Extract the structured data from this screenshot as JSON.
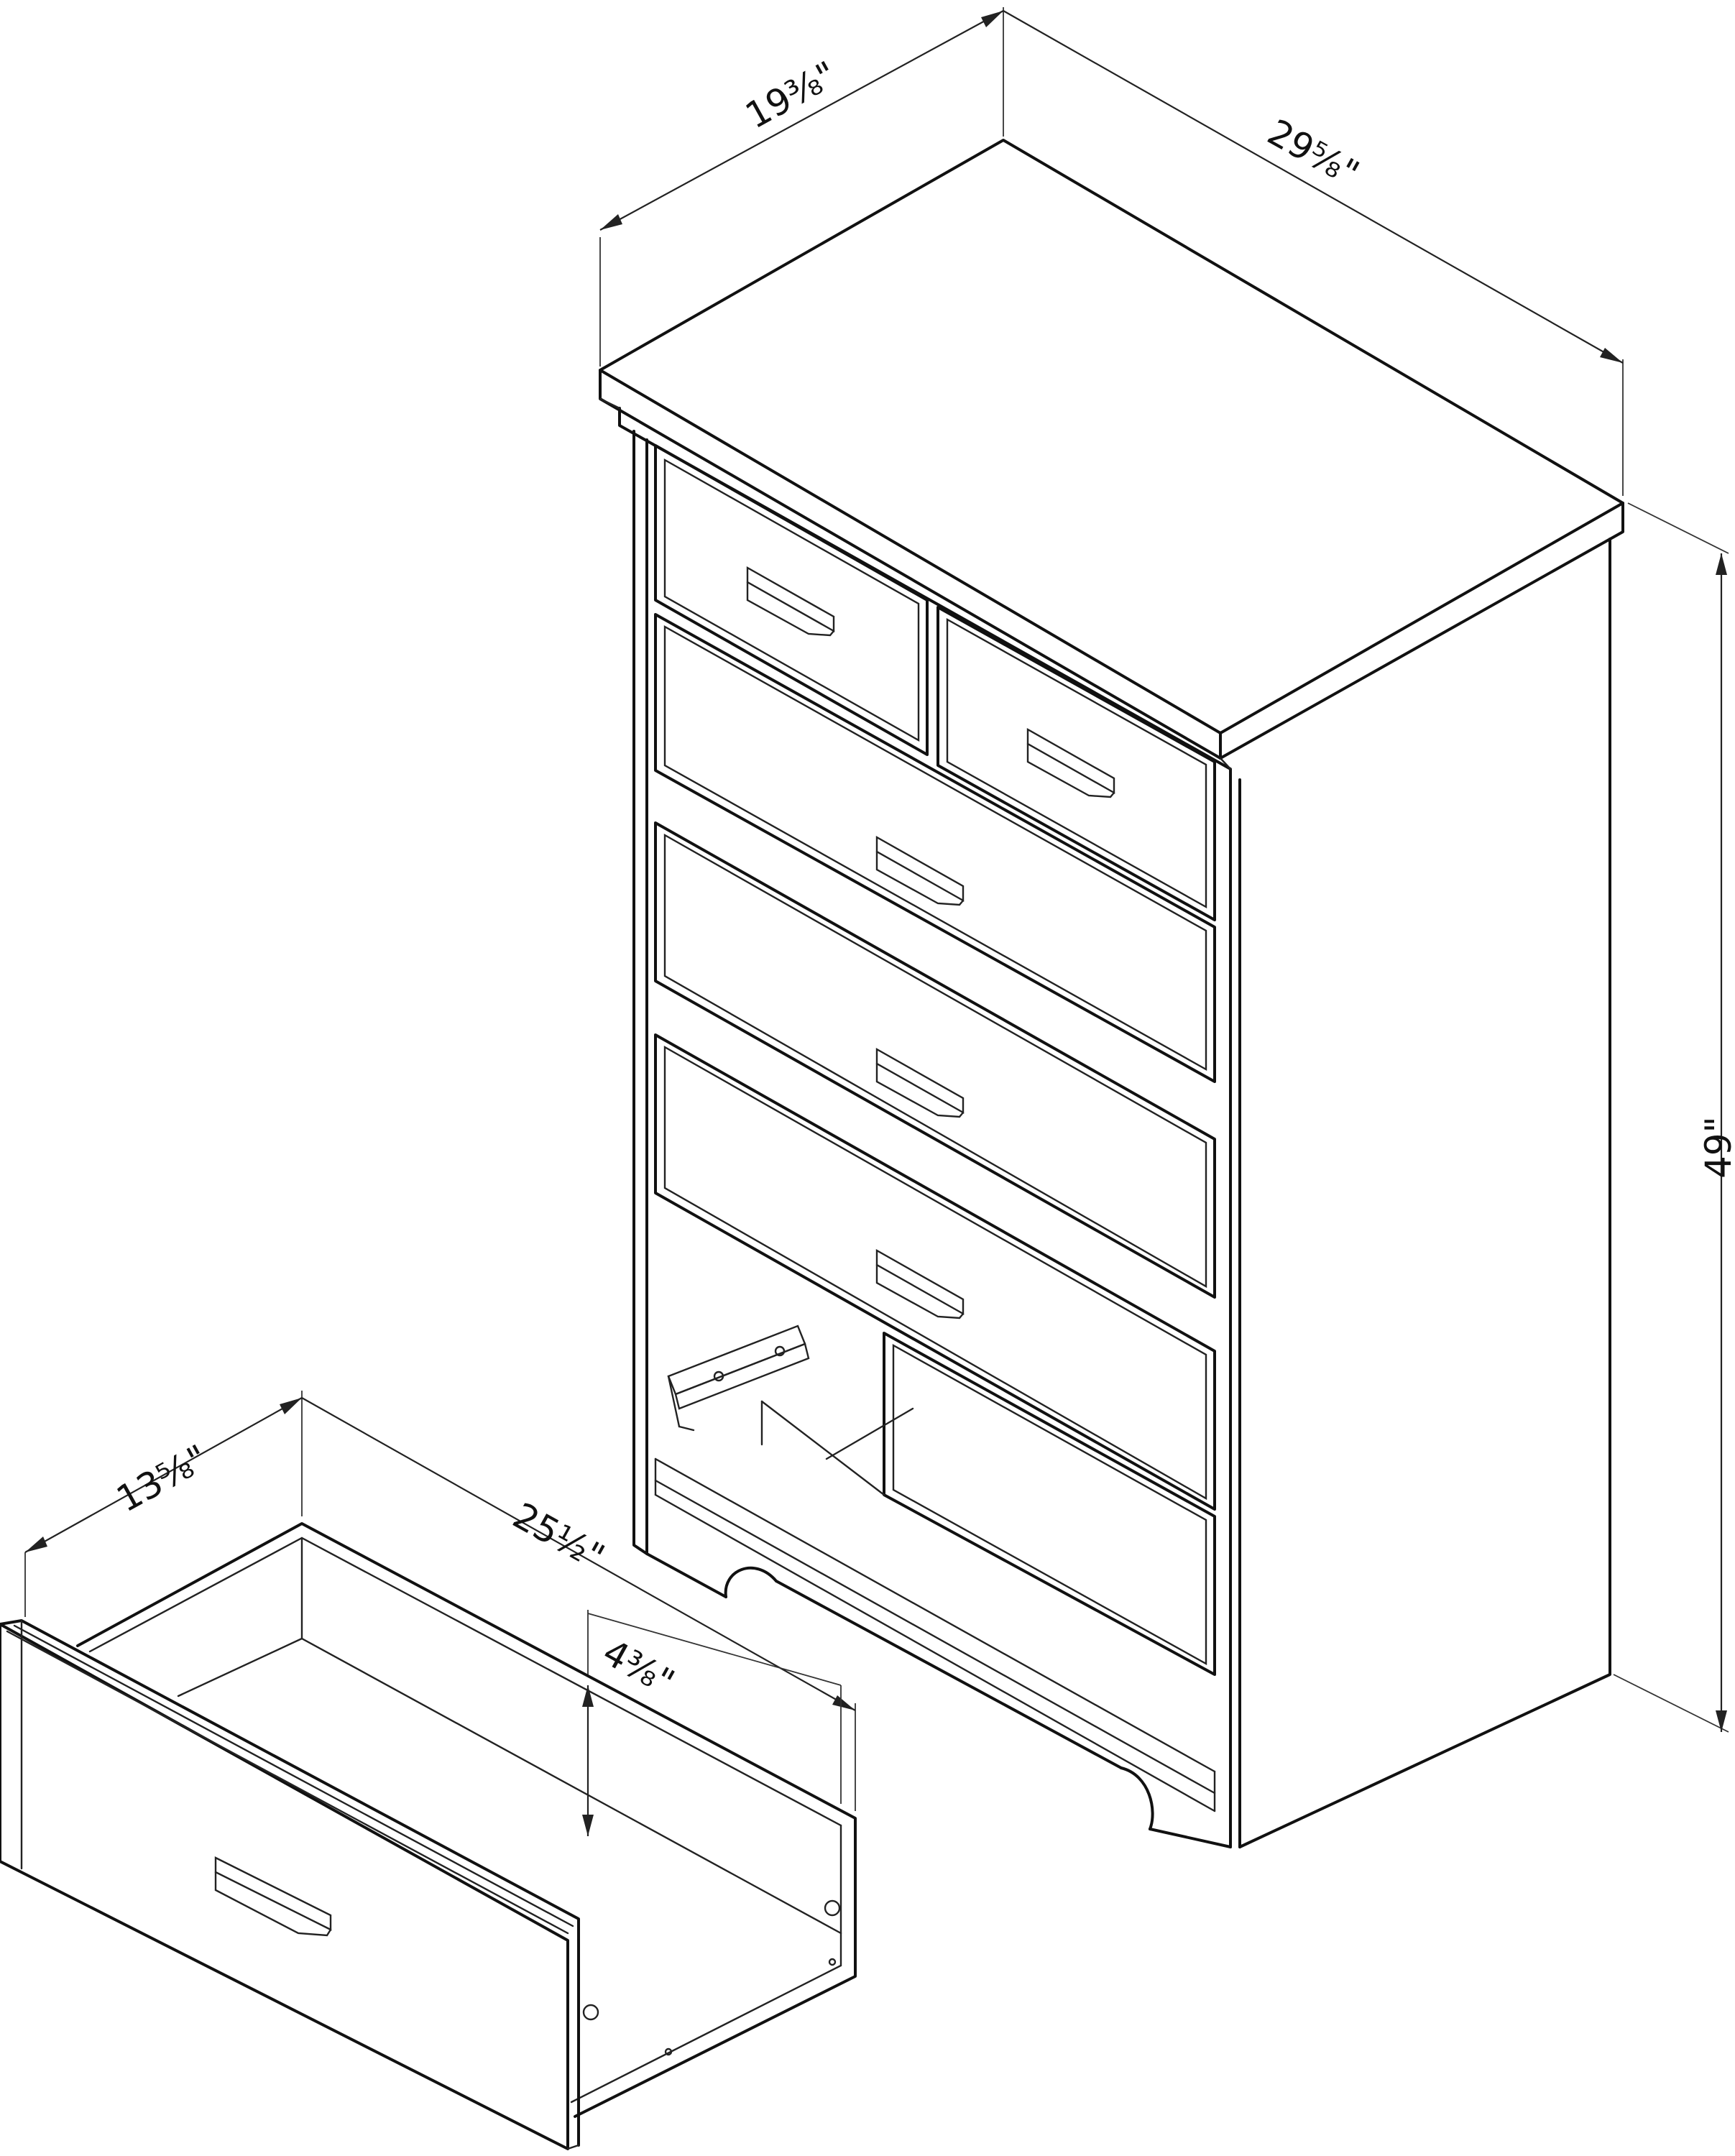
{
  "dimensions": {
    "chest_depth": "19⅜\"",
    "chest_width": "29⅝\"",
    "chest_height": "49\"",
    "drawer_depth": "13⅝\"",
    "drawer_width": "25½\"",
    "drawer_height": "4⅜\""
  },
  "colors": {
    "line": "#111111",
    "background": "#ffffff"
  }
}
